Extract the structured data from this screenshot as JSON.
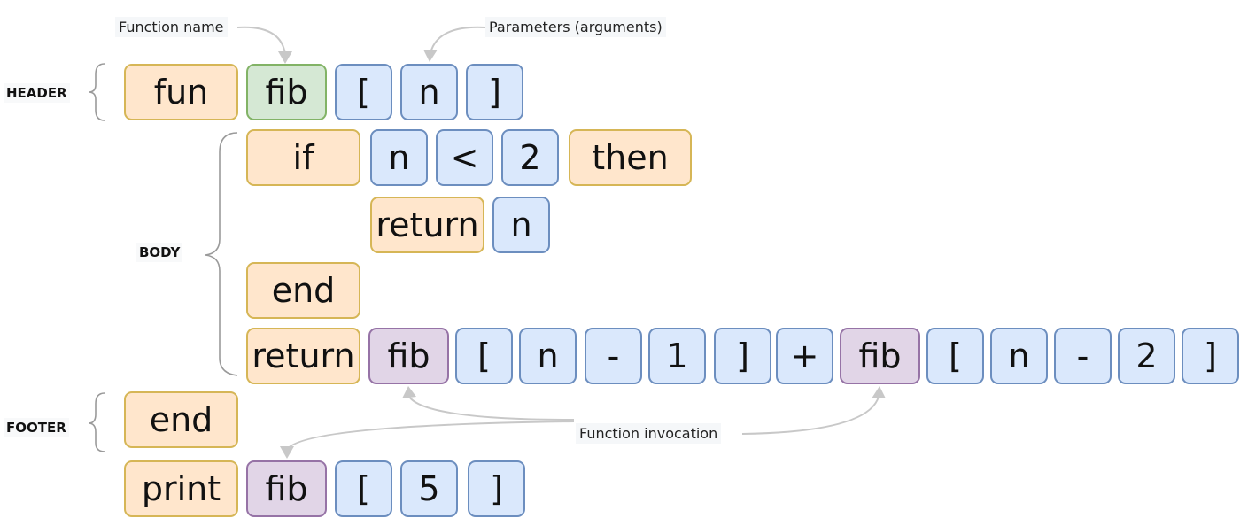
{
  "sections": {
    "header": "HEADER",
    "body": "BODY",
    "footer": "FOOTER"
  },
  "annotations": {
    "function_name": "Function name",
    "parameters": "Parameters (arguments)",
    "function_invocation": "Function invocation"
  },
  "colors": {
    "keyword_fill": "#ffe6cc",
    "keyword_border": "#d6b656",
    "function_def_fill": "#d5e8d4",
    "function_def_border": "#82b366",
    "identifier_fill": "#dae8fc",
    "identifier_border": "#6c8ebf",
    "call_fill": "#e1d5e7",
    "call_border": "#9673a6",
    "arrow": "#c8c8c8"
  },
  "rows": {
    "header": [
      "fun",
      "fib",
      "[",
      "n",
      "]"
    ],
    "if_line": [
      "if",
      "n",
      "<",
      "2",
      "then"
    ],
    "return_line": [
      "return",
      "n"
    ],
    "end_if": [
      "end"
    ],
    "recursive_return": [
      "return",
      "fib",
      "[",
      "n",
      "-",
      "1",
      "]",
      "+",
      "fib",
      "[",
      "n",
      "-",
      "2",
      "]"
    ],
    "footer_end": [
      "end"
    ],
    "print_line": [
      "print",
      "fib",
      "[",
      "5",
      "]"
    ]
  }
}
